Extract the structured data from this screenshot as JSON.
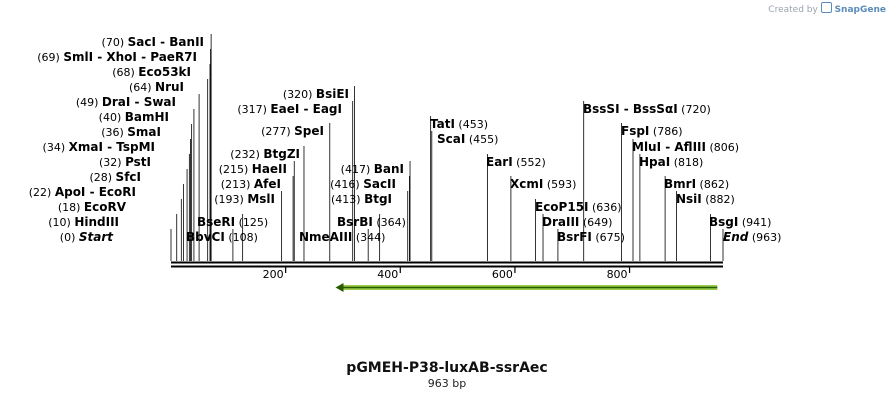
{
  "credit": {
    "prefix": "Created by",
    "brand": "SnapGene"
  },
  "map": {
    "title": "pGMEH-P38-luxAB-ssrAec",
    "length_label": "963 bp",
    "length": 963,
    "ruler_ticks": [
      200,
      400,
      600,
      800
    ],
    "feature": {
      "start": 287,
      "end": 953,
      "direction": "reverse",
      "color": "#9acd4a"
    }
  },
  "sites": [
    {
      "name": "Start",
      "pos": "(0)",
      "bp": 0,
      "italic": true
    },
    {
      "name": "HindIII",
      "pos": "(10)",
      "bp": 10
    },
    {
      "name": "EcoRV",
      "pos": "(18)",
      "bp": 18
    },
    {
      "name": "ApoI - EcoRI",
      "pos": "(22)",
      "bp": 22
    },
    {
      "name": "SfcI",
      "pos": "(28)",
      "bp": 28
    },
    {
      "name": "PstI",
      "pos": "(32)",
      "bp": 32
    },
    {
      "name": "XmaI - TspMI",
      "pos": "(34)",
      "bp": 34
    },
    {
      "name": "SmaI",
      "pos": "(36)",
      "bp": 36
    },
    {
      "name": "BamHI",
      "pos": "(40)",
      "bp": 40
    },
    {
      "name": "DraI - SwaI",
      "pos": "(49)",
      "bp": 49
    },
    {
      "name": "NruI",
      "pos": "(64)",
      "bp": 64
    },
    {
      "name": "Eco53kI",
      "pos": "(68)",
      "bp": 68
    },
    {
      "name": "SmlI - XhoI - PaeR7I",
      "pos": "(69)",
      "bp": 69
    },
    {
      "name": "SacI - BanII",
      "pos": "(70)",
      "bp": 70
    },
    {
      "name": "BbvCI",
      "pos": "(108)",
      "bp": 108
    },
    {
      "name": "BseRI",
      "pos": "(125)",
      "bp": 125
    },
    {
      "name": "MslI",
      "pos": "(193)",
      "bp": 193
    },
    {
      "name": "AfeI",
      "pos": "(213)",
      "bp": 213
    },
    {
      "name": "HaeII",
      "pos": "(215)",
      "bp": 215
    },
    {
      "name": "BtgZI",
      "pos": "(232)",
      "bp": 232
    },
    {
      "name": "SpeI",
      "pos": "(277)",
      "bp": 277
    },
    {
      "name": "EaeI - EagI",
      "pos": "(317)",
      "bp": 317
    },
    {
      "name": "BsiEI",
      "pos": "(320)",
      "bp": 320
    },
    {
      "name": "NmeAIII",
      "pos": "(344)",
      "bp": 344
    },
    {
      "name": "BsrBI",
      "pos": "(364)",
      "bp": 364
    },
    {
      "name": "BtgI",
      "pos": "(413)",
      "bp": 413
    },
    {
      "name": "SacII",
      "pos": "(416)",
      "bp": 416
    },
    {
      "name": "BanI",
      "pos": "(417)",
      "bp": 417
    },
    {
      "name": "TatI",
      "pos": "(453)",
      "bp": 453
    },
    {
      "name": "ScaI",
      "pos": "(455)",
      "bp": 455
    },
    {
      "name": "EarI",
      "pos": "(552)",
      "bp": 552
    },
    {
      "name": "XcmI",
      "pos": "(593)",
      "bp": 593
    },
    {
      "name": "EcoP15I",
      "pos": "(636)",
      "bp": 636
    },
    {
      "name": "DraIII",
      "pos": "(649)",
      "bp": 649
    },
    {
      "name": "BsrFI",
      "pos": "(675)",
      "bp": 675
    },
    {
      "name": "BssSI - BssSαI",
      "pos": "(720)",
      "bp": 720
    },
    {
      "name": "FspI",
      "pos": "(786)",
      "bp": 786
    },
    {
      "name": "MluI - AflIII",
      "pos": "(806)",
      "bp": 806
    },
    {
      "name": "HpaI",
      "pos": "(818)",
      "bp": 818
    },
    {
      "name": "BmrI",
      "pos": "(862)",
      "bp": 862
    },
    {
      "name": "NsiI",
      "pos": "(882)",
      "bp": 882
    },
    {
      "name": "BsgI",
      "pos": "(941)",
      "bp": 941
    },
    {
      "name": "End",
      "pos": "(963)",
      "bp": 963,
      "italic": true
    }
  ]
}
